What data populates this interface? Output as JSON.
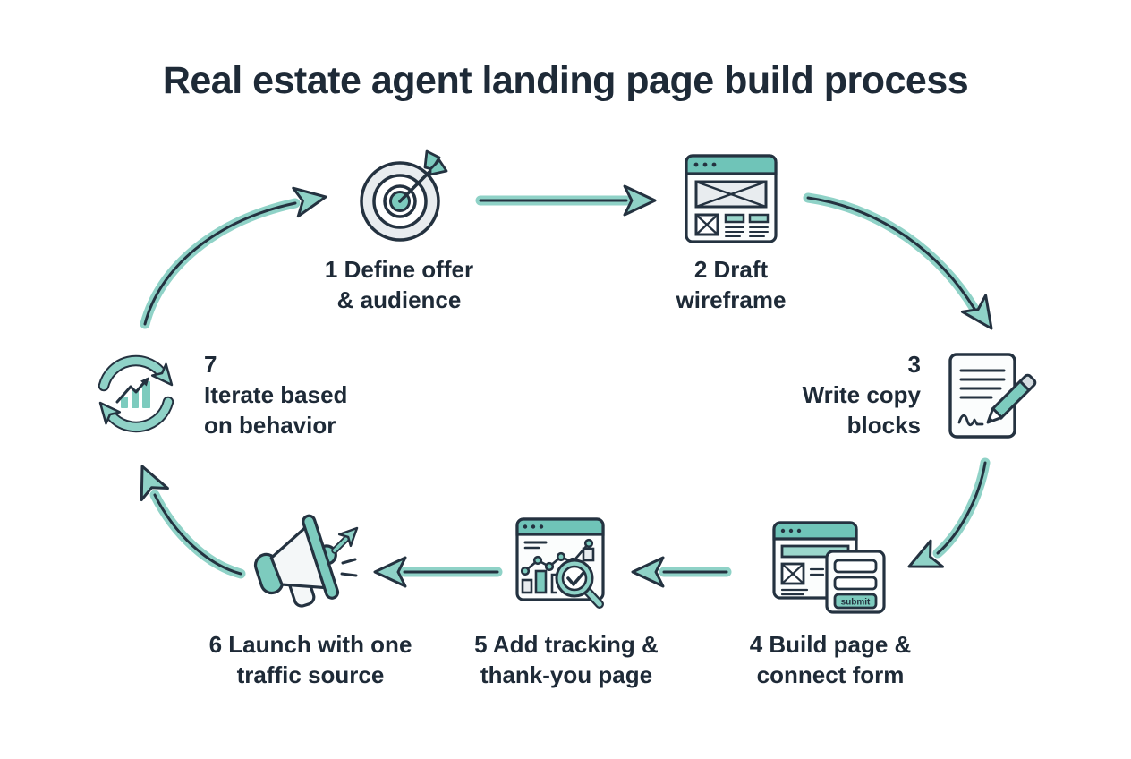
{
  "title": "Real estate agent landing page build process",
  "colors": {
    "teal": "#8FD2C7",
    "teal2": "#7DCBBE",
    "teal3": "#6FC4B8",
    "teal-light": "#9BD7CC",
    "ink": "#243240",
    "text": "#1E2A37",
    "grey": "#E8ECEF",
    "grey2": "#D6DDE1",
    "paper": "#FBFDFD"
  },
  "steps": [
    {
      "number": "1",
      "line1": "Define offer",
      "line2": "& audience",
      "icon": "target-icon"
    },
    {
      "number": "2",
      "line1": "Draft",
      "line2": "wireframe",
      "icon": "wireframe-browser-icon"
    },
    {
      "number": "3",
      "line1": "Write copy",
      "line2": "blocks",
      "icon": "document-pencil-icon"
    },
    {
      "number": "4",
      "line1": "Build page &",
      "line2": "connect form",
      "icon": "browser-form-icon",
      "submit_label": "submit"
    },
    {
      "number": "5",
      "line1": "Add tracking &",
      "line2": "thank-you page",
      "icon": "analytics-magnifier-icon"
    },
    {
      "number": "6",
      "line1": "Launch with one",
      "line2": "traffic source",
      "icon": "megaphone-icon"
    },
    {
      "number": "7",
      "line1": "Iterate based",
      "line2": "on behavior",
      "icon": "iterate-cycle-icon"
    }
  ]
}
